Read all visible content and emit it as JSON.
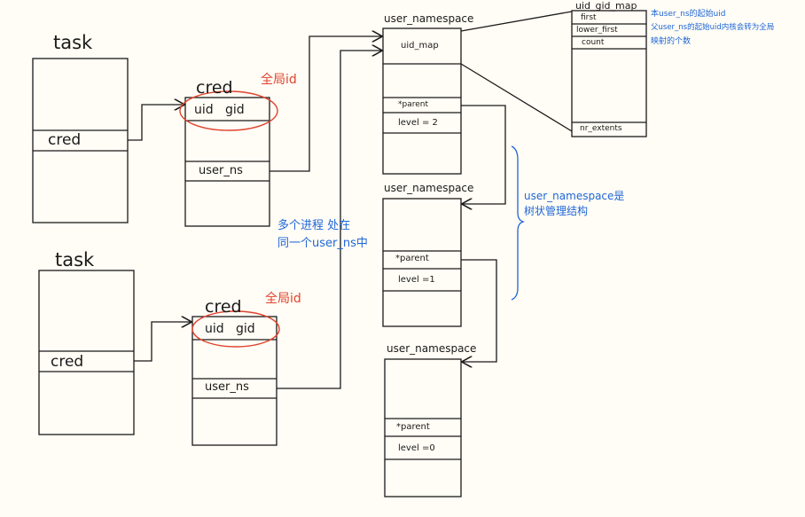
{
  "diagram": {
    "task1": {
      "title": "task",
      "field": "cred"
    },
    "task2": {
      "title": "task",
      "field": "cred"
    },
    "cred1": {
      "title": "cred",
      "ids": "uid   gid",
      "userns": "user_ns",
      "note": "全局id"
    },
    "cred2": {
      "title": "cred",
      "ids": "uid   gid",
      "userns": "user_ns",
      "note": "全局id"
    },
    "ns1": {
      "title": "user_namespace",
      "uidmap": "uid_map",
      "parent": "*parent",
      "level": "level = 2"
    },
    "ns2": {
      "title": "user_namespace",
      "parent": "*parent",
      "level": "level =1"
    },
    "ns3": {
      "title": "user_namespace",
      "parent": "*parent",
      "level": "level =0"
    },
    "map": {
      "title": "uid_gid_map",
      "first": "first",
      "lower_first": "lower_first",
      "count": "count",
      "extents": "nr_extents"
    },
    "notes": {
      "map_line1": "本user_ns的起始uid",
      "map_line2": "父user_ns的起始uid内核会转为全局",
      "map_line3": "映射的个数",
      "tree_line1": "user_namespace是",
      "tree_line2": "树状管理结构",
      "shared_line1": "多个进程 处在",
      "shared_line2": "同一个user_ns中"
    },
    "colors": {
      "red": "#e0432e",
      "blue": "#1f66d8",
      "ink": "#1a1a1a"
    }
  }
}
